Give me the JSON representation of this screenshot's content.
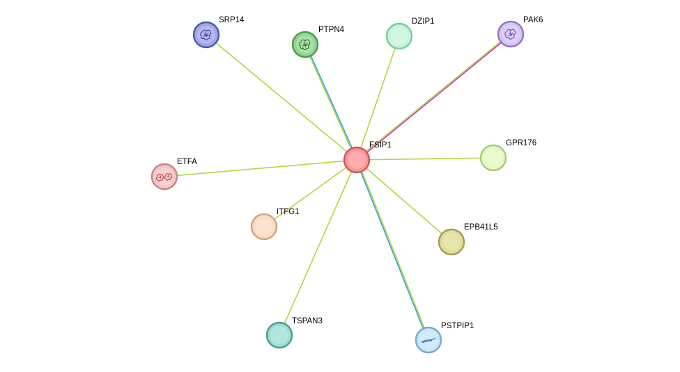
{
  "network": {
    "center": "FSIP1",
    "nodes": [
      {
        "id": "FSIP1",
        "label": "FSIP1",
        "fill": "#ff9595",
        "stroke": "#c75a5a",
        "glyph": "none"
      },
      {
        "id": "SRP14",
        "label": "SRP14",
        "fill": "#9ea6e6",
        "stroke": "#4c58a8",
        "glyph": "protein-structure-icon",
        "glyph_color": "#3b3f9a"
      },
      {
        "id": "PTPN4",
        "label": "PTPN4",
        "fill": "#90d690",
        "stroke": "#4e9a4e",
        "glyph": "protein-structure-icon",
        "glyph_color": "#2f6d2f"
      },
      {
        "id": "DZIP1",
        "label": "DZIP1",
        "fill": "#c4f5d9",
        "stroke": "#7cc99b",
        "glyph": "none"
      },
      {
        "id": "PAK6",
        "label": "PAK6",
        "fill": "#d4c4f7",
        "stroke": "#9473c9",
        "glyph": "protein-structure-icon",
        "glyph_color": "#6b49b3"
      },
      {
        "id": "GPR176",
        "label": "GPR176",
        "fill": "#e3f9c4",
        "stroke": "#a7c87b",
        "glyph": "none"
      },
      {
        "id": "ETFA",
        "label": "ETFA",
        "fill": "#f6c6c6",
        "stroke": "#c48686",
        "glyph": "protein-structure-icon",
        "glyph_color": "#c0393b"
      },
      {
        "id": "ITFG1",
        "label": "ITFG1",
        "fill": "#fcdcbf",
        "stroke": "#c9a583",
        "glyph": "none"
      },
      {
        "id": "EPB41L5",
        "label": "EPB41L5",
        "fill": "#e1dd98",
        "stroke": "#a19c55",
        "glyph": "none"
      },
      {
        "id": "TSPAN3",
        "label": "TSPAN3",
        "fill": "#9adfd6",
        "stroke": "#4f9a90",
        "glyph": "none"
      },
      {
        "id": "PSTPIP1",
        "label": "PSTPIP1",
        "fill": "#c6e7fb",
        "stroke": "#7aa8c8",
        "glyph": "helix-icon",
        "glyph_color": "#3b6db3"
      }
    ],
    "edges": [
      {
        "source": "FSIP1",
        "target": "SRP14",
        "colors": [
          "#b5d53a"
        ]
      },
      {
        "source": "FSIP1",
        "target": "PTPN4",
        "colors": [
          "#b5d53a",
          "#2fa4d8"
        ]
      },
      {
        "source": "FSIP1",
        "target": "DZIP1",
        "colors": [
          "#b5d53a"
        ]
      },
      {
        "source": "FSIP1",
        "target": "PAK6",
        "colors": [
          "#b5d53a",
          "#c531c5"
        ]
      },
      {
        "source": "FSIP1",
        "target": "GPR176",
        "colors": [
          "#b5d53a"
        ]
      },
      {
        "source": "FSIP1",
        "target": "ETFA",
        "colors": [
          "#b5d53a"
        ]
      },
      {
        "source": "FSIP1",
        "target": "ITFG1",
        "colors": [
          "#b5d53a"
        ]
      },
      {
        "source": "FSIP1",
        "target": "EPB41L5",
        "colors": [
          "#b5d53a"
        ]
      },
      {
        "source": "FSIP1",
        "target": "TSPAN3",
        "colors": [
          "#b5d53a"
        ]
      },
      {
        "source": "FSIP1",
        "target": "PSTPIP1",
        "colors": [
          "#b5d53a",
          "#2fa4d8"
        ]
      }
    ]
  }
}
